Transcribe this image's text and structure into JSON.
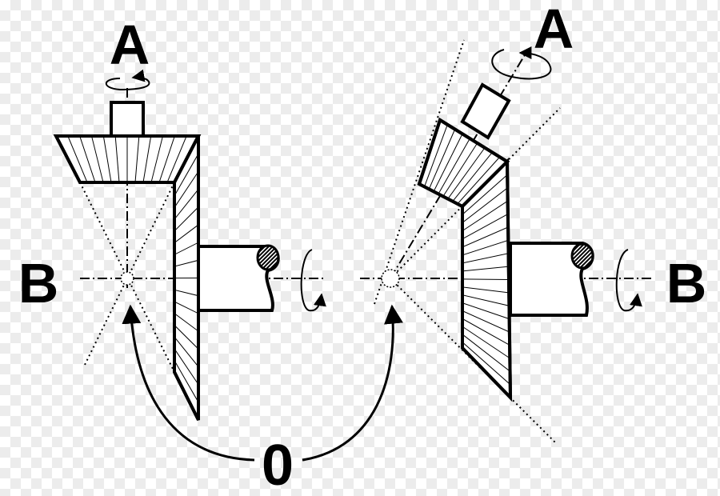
{
  "labels": {
    "axis_a_left": "A",
    "axis_a_right": "A",
    "axis_b_left": "B",
    "axis_b_right": "B",
    "apex": "0"
  },
  "colors": {
    "ink": "#000000",
    "paper": "#ffffff"
  }
}
